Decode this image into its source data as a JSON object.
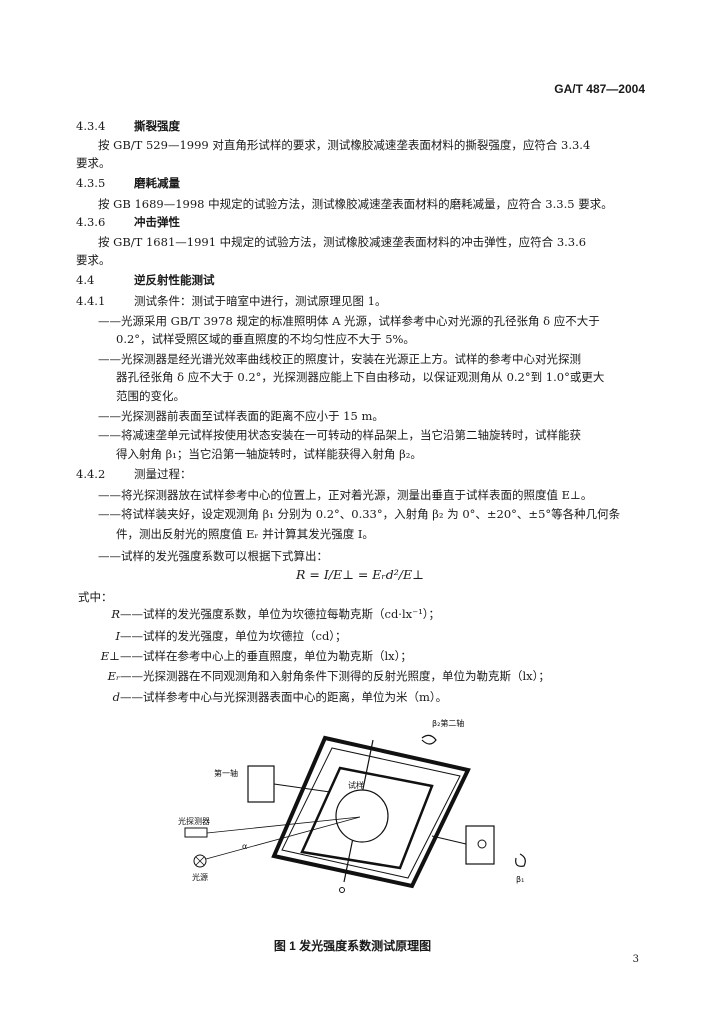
{
  "header": {
    "code": "GA/T 487—2004"
  },
  "lines": [
    {
      "num": "4.3.4",
      "text": "撕裂强度",
      "bold": true
    },
    {
      "text": "按 GB/T 529—1999 对直角形试样的要求，测试橡胶减速垄表面材料的撕裂强度，应符合 3.3.4"
    },
    {
      "text": "要求。"
    },
    {
      "num": "4.3.5",
      "text": "磨耗减量",
      "bold": true
    },
    {
      "text": "按 GB 1689—1998 中规定的试验方法，测试橡胶减速垄表面材料的磨耗减量，应符合 3.3.5 要求。"
    },
    {
      "num": "4.3.6",
      "text": "冲击弹性",
      "bold": true
    },
    {
      "text": "按 GB/T 1681—1991 中规定的试验方法，测试橡胶减速垄表面材料的冲击弹性，应符合 3.3.6"
    },
    {
      "text": "要求。"
    },
    {
      "num": "4.4",
      "text": "逆反射性能测试",
      "bold": true
    },
    {
      "num": "4.4.1",
      "text": "测试条件：测试于暗室中进行，测试原理见图 1。"
    },
    {
      "text": "——光源采用 GB/T 3978 规定的标准照明体 A 光源，试样参考中心对光源的孔径张角 δ 应不大于"
    },
    {
      "text": "0.2°，试样受照区域的垂直照度的不均匀性应不大于 5%。"
    },
    {
      "text": "——光探测器是经光谱光效率曲线校正的照度计，安装在光源正上方。试样的参考中心对光探测"
    },
    {
      "text": "器孔径张角 δ 应不大于 0.2°，光探测器应能上下自由移动，以保证观测角从 0.2°到 1.0°或更大"
    },
    {
      "text": "范围的变化。"
    },
    {
      "text": "——光探测器前表面至试样表面的距离不应小于 15 m。"
    },
    {
      "text": "——将减速垄单元试样按使用状态安装在一可转动的样品架上，当它沿第二轴旋转时，试样能获"
    },
    {
      "text": "得入射角 β₁；当它沿第一轴旋转时，试样能获得入射角 β₂。"
    },
    {
      "num": "4.4.2",
      "text": "测量过程："
    },
    {
      "text": "——将光探测器放在试样参考中心的位置上，正对着光源，测量出垂直于试样表面的照度值 E⊥。"
    },
    {
      "text": "——将试样装夹好，设定观测角 β₁ 分别为 0.2°、0.33°，入射角 β₂ 为 0°、±20°、±5°等各种几何条"
    },
    {
      "text": "件，测出反射光的照度值 Eᵣ 并计算其发光强度 I。"
    },
    {
      "text": "——试样的发光强度系数可以根据下式算出："
    }
  ],
  "formula": "R = I/E⊥ = Eᵣd²/E⊥",
  "where_label": "式中：",
  "definitions": [
    {
      "sym": "R",
      "text": "——试样的发光强度系数，单位为坎德拉每勒克斯（cd·lx⁻¹）；"
    },
    {
      "sym": "I",
      "text": "——试样的发光强度，单位为坎德拉（cd）；"
    },
    {
      "sym": "E⊥",
      "text": "——试样在参考中心上的垂直照度，单位为勒克斯（lx）；"
    },
    {
      "sym": "Eᵣ",
      "text": "——光探测器在不同观测角和入射角条件下测得的反射光照度，单位为勒克斯（lx）；"
    },
    {
      "sym": "d",
      "text": "——试样参考中心与光探测器表面中心的距离，单位为米（m）。"
    }
  ],
  "figure": {
    "labels": {
      "axis2": "β₂第二轴",
      "axis1": "第一轴",
      "sample": "试样",
      "detector": "光探测器",
      "source": "光源",
      "alpha": "α",
      "beta1": "β₁"
    },
    "caption": "图 1  发光强度系数测试原理图"
  },
  "page_number": "3"
}
